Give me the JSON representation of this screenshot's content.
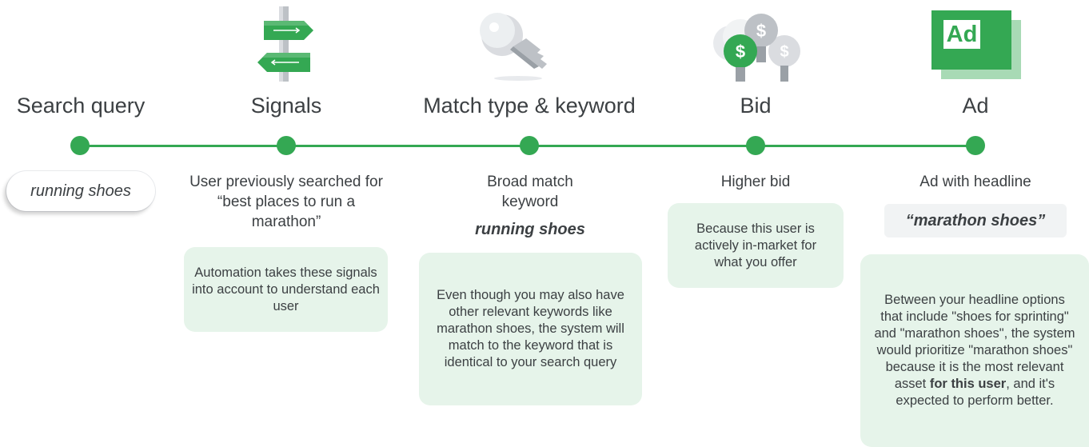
{
  "colors": {
    "accent": "#34a853",
    "card_bg": "#e6f4ea",
    "text": "#3c4043"
  },
  "icons": [
    "signpost-icon",
    "key-icon",
    "bid-dollar-bulbs-icon",
    "ad-badge-icon"
  ],
  "stages": {
    "search_query": {
      "title": "Search query",
      "query": "running shoes"
    },
    "signals": {
      "title": "Signals",
      "description": "User previously searched for “best places to run a marathon”",
      "card": "Automation takes these signals into account to understand each user"
    },
    "match_type": {
      "title": "Match type & keyword",
      "description": "Broad match keyword",
      "keyword": "running shoes",
      "card": "Even though you may also have other relevant keywords like marathon shoes, the system will match to the keyword that is identical to your search query"
    },
    "bid": {
      "title": "Bid",
      "description": "Higher bid",
      "card": "Because this user is actively in-market for what you offer"
    },
    "ad": {
      "title": "Ad",
      "icon_label": "Ad",
      "description": "Ad with headline",
      "headline": "“marathon shoes”",
      "card_part1": "Between your headline options that include \"shoes for sprinting\" and \"marathon shoes\", the system would prioritize \"marathon shoes\" because it is the most relevant asset",
      "card_bold": "for this user",
      "card_part2": ", and it's expected to perform better."
    }
  }
}
